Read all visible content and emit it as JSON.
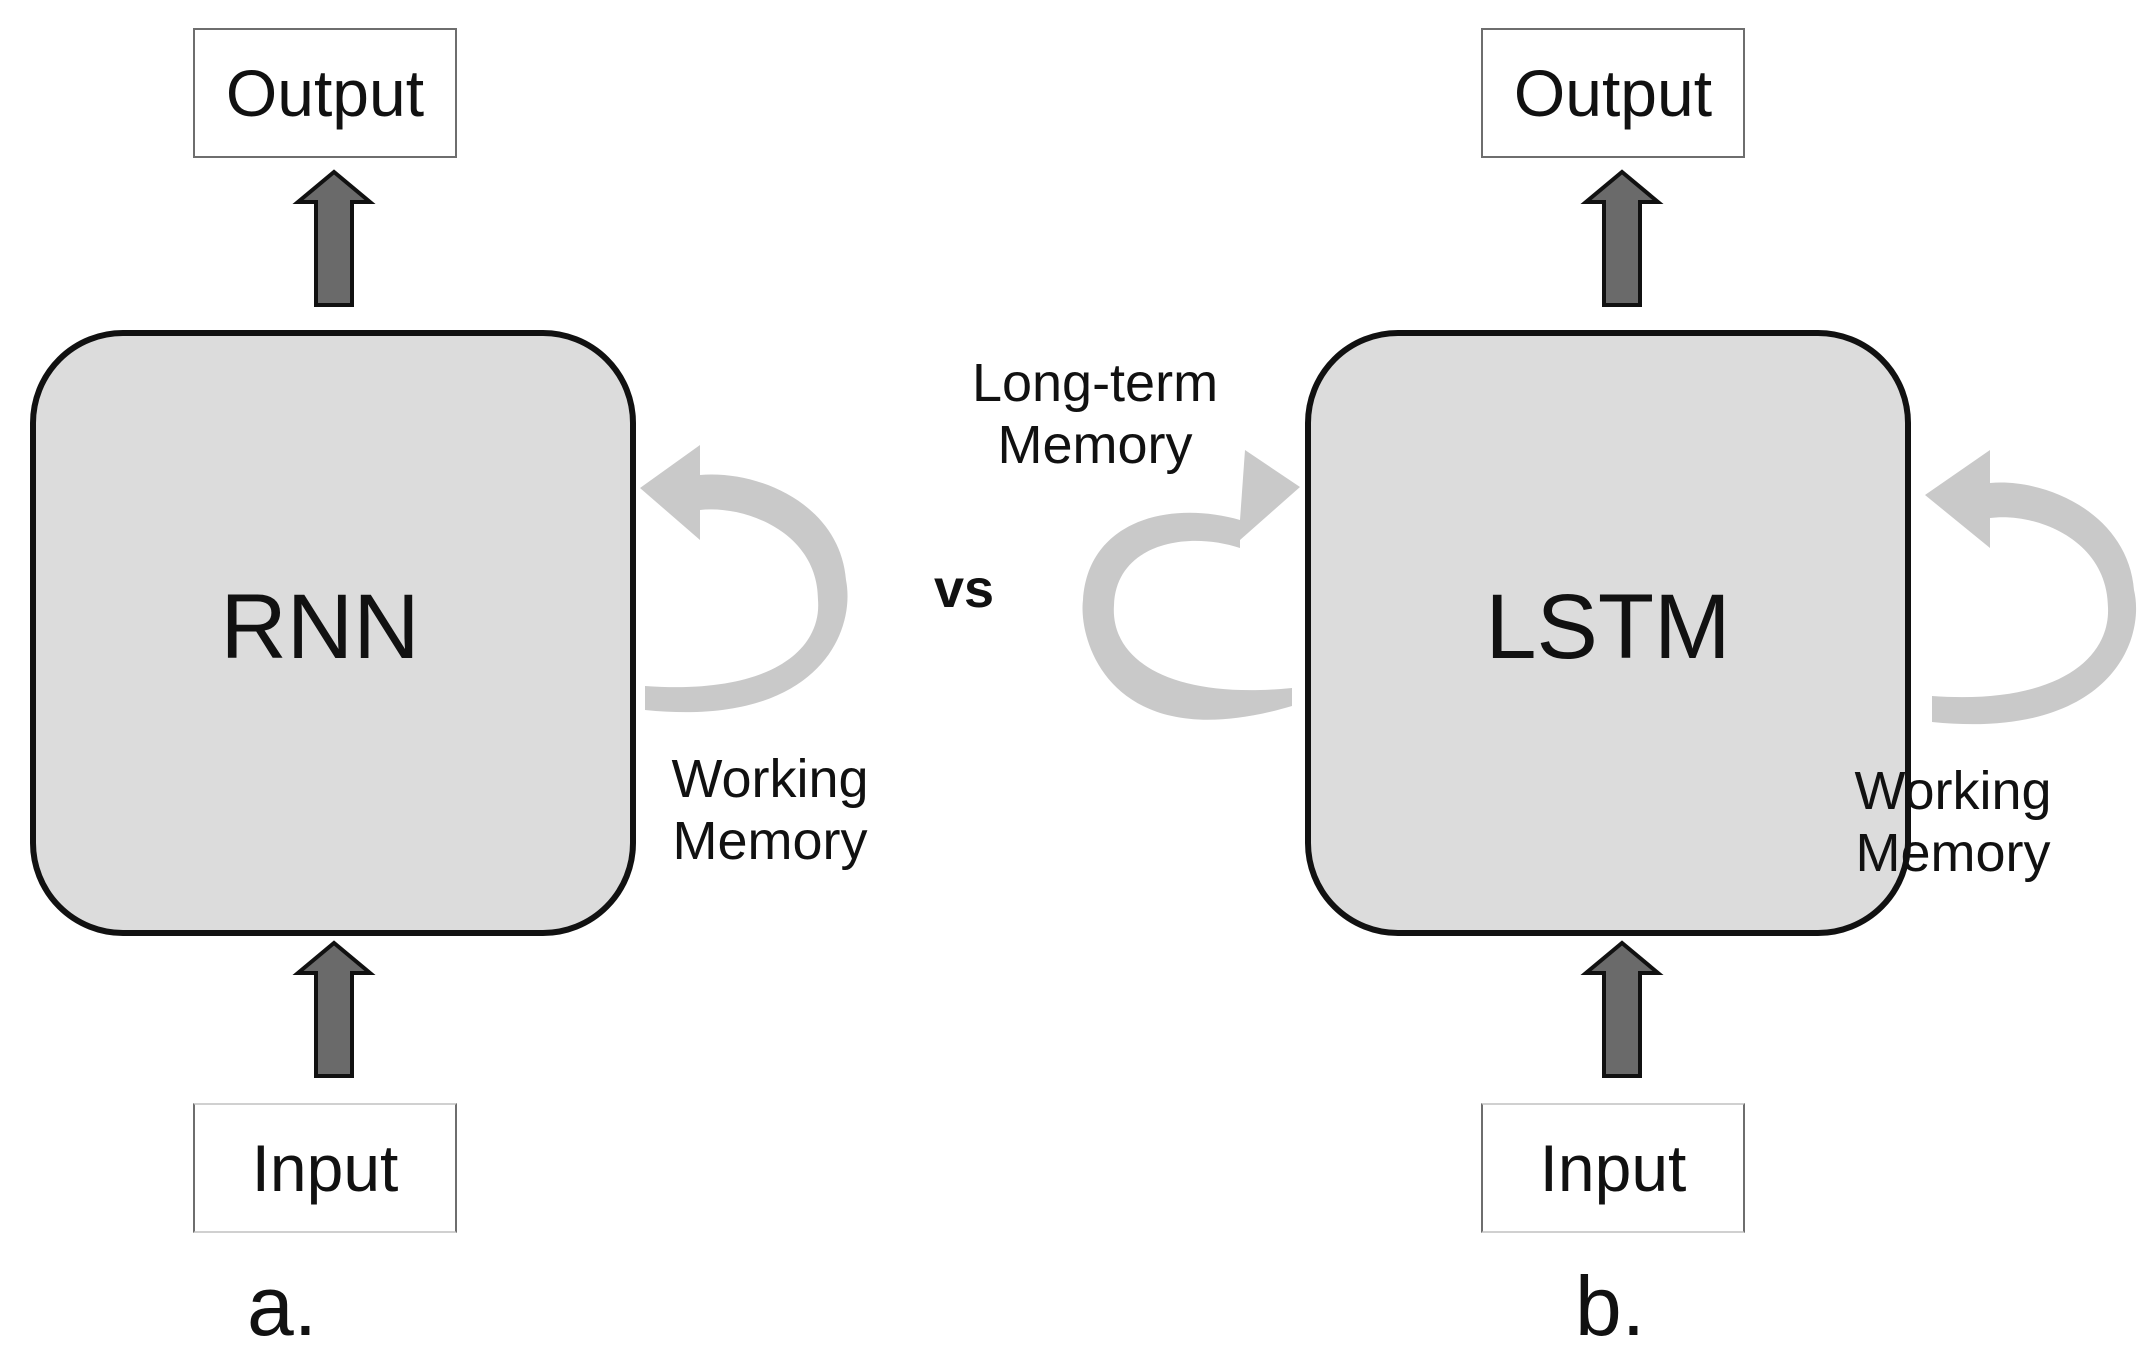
{
  "panels": [
    {
      "cell_label": "RNN",
      "output_label": "Output",
      "input_label": "Input",
      "working_memory_label": [
        "Working",
        "Memory"
      ],
      "panel_tag": "a."
    },
    {
      "cell_label": "LSTM",
      "output_label": "Output",
      "input_label": "Input",
      "working_memory_label": [
        "Working",
        "Memory"
      ],
      "long_term_memory_label": [
        "Long-term",
        "Memory"
      ],
      "panel_tag": "b."
    }
  ],
  "vs_label": "vs",
  "colors": {
    "cell_fill": "#dcdcdc",
    "cell_stroke": "#111111",
    "flow_arrow": "#6a6a6a",
    "memory_arrow": "#c9c9c9"
  }
}
